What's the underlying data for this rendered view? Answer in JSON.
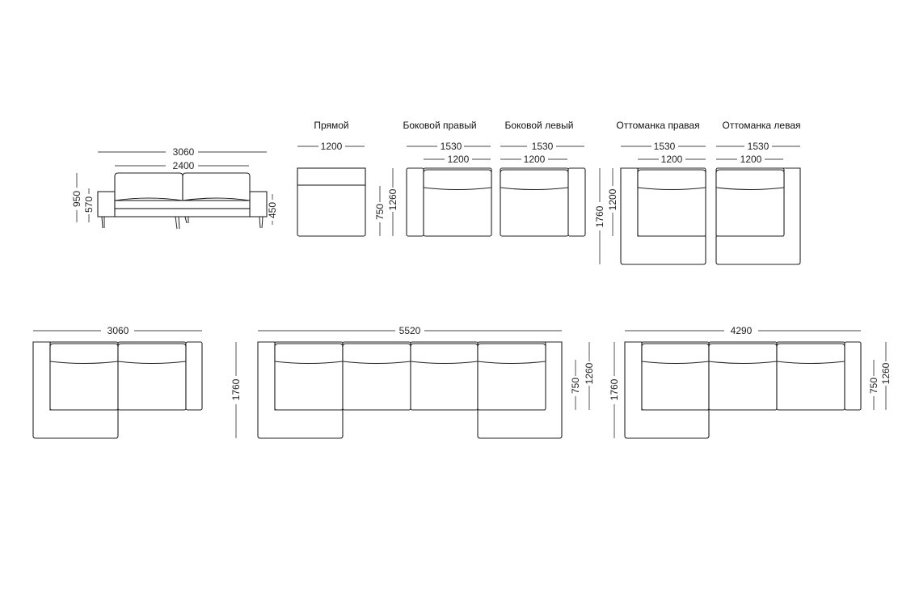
{
  "modules": {
    "straight": {
      "title": "Прямой",
      "width": "1200",
      "depth_seat": "750",
      "depth_total": "1260"
    },
    "side_right": {
      "title": "Боковой правый",
      "total": "1530",
      "seat": "1200"
    },
    "side_left": {
      "title": "Боковой левый",
      "total": "1530",
      "seat": "1200"
    },
    "ottoman_right": {
      "title": "Оттоманка правая",
      "total": "1530",
      "seat": "1200",
      "depth": "1760",
      "seat_depth": "1200"
    },
    "ottoman_left": {
      "title": "Оттоманка левая",
      "total": "1530",
      "seat": "1200"
    }
  },
  "front_view": {
    "total_width": "3060",
    "seat_width": "2400",
    "height": "950",
    "back_height": "570",
    "seat_height": "450"
  },
  "configs": {
    "c3060": {
      "width": "3060",
      "depth": "1760"
    },
    "c5520": {
      "width": "5520",
      "depth": "750",
      "depth2": "1260"
    },
    "c4290": {
      "width": "4290",
      "depth": "1760",
      "depth_seat": "750",
      "depth_total": "1260"
    }
  }
}
